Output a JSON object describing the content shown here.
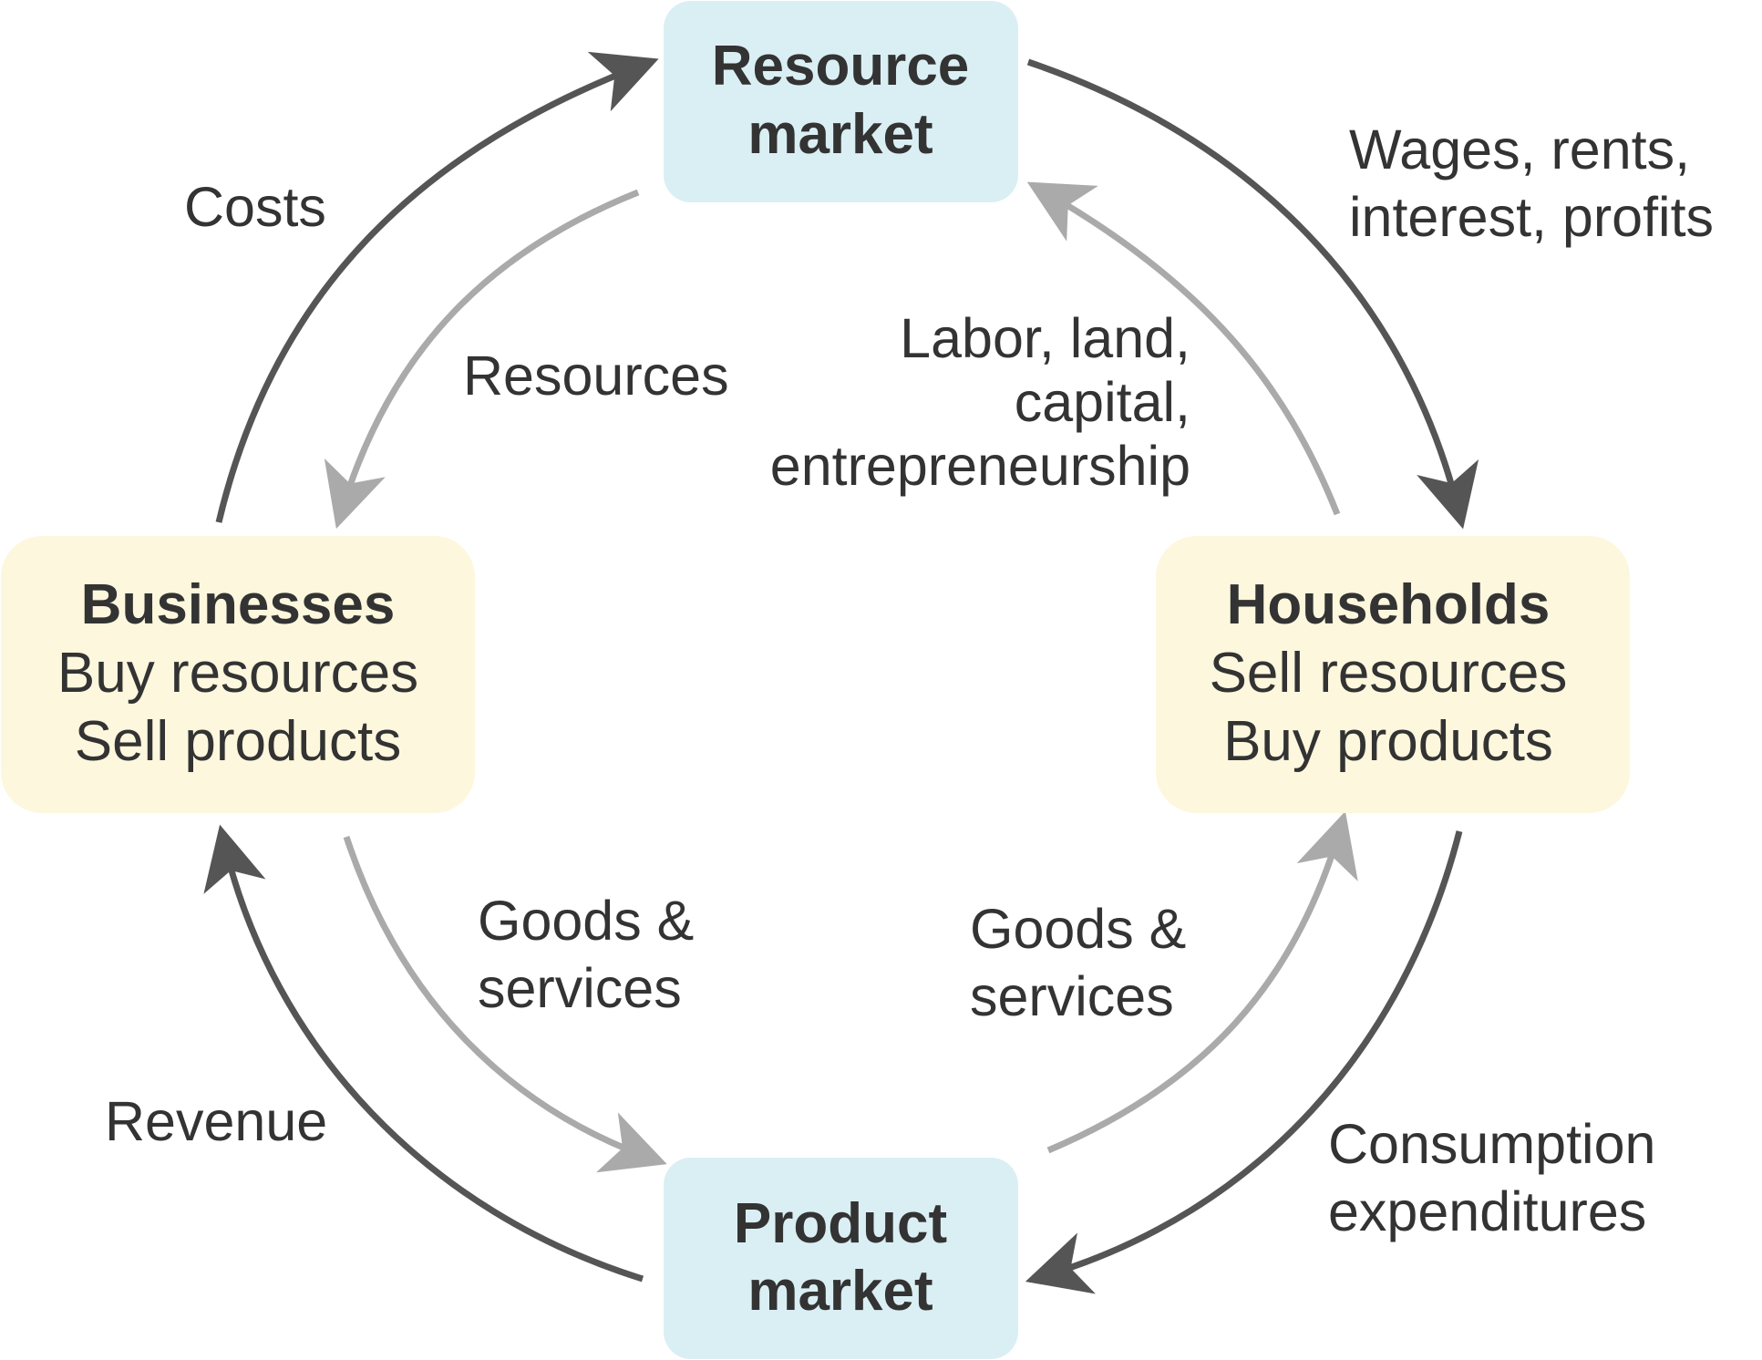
{
  "colors": {
    "market_box": "#daeff4",
    "sector_box": "#fdf7dd",
    "money_flow": "#555555",
    "real_flow": "#aaaaaa",
    "text": "#333333"
  },
  "nodes": {
    "resource_market": {
      "title_line1": "Resource",
      "title_line2": "market"
    },
    "product_market": {
      "title_line1": "Product",
      "title_line2": "market"
    },
    "businesses": {
      "title": "Businesses",
      "line1": "Buy resources",
      "line2": "Sell products"
    },
    "households": {
      "title": "Households",
      "line1": "Sell resources",
      "line2": "Buy products"
    }
  },
  "flows": {
    "costs": {
      "label": "Costs"
    },
    "wages": {
      "line1": "Wages, rents,",
      "line2": "interest, profits"
    },
    "resources": {
      "label": "Resources"
    },
    "factors": {
      "line1": "Labor, land,",
      "line2": "capital,",
      "line3": "entrepreneurship"
    },
    "goods_to_market": {
      "line1": "Goods &",
      "line2": "services"
    },
    "goods_to_households": {
      "line1": "Goods &",
      "line2": "services"
    },
    "revenue": {
      "label": "Revenue"
    },
    "consumption": {
      "line1": "Consumption",
      "line2": "expenditures"
    }
  }
}
